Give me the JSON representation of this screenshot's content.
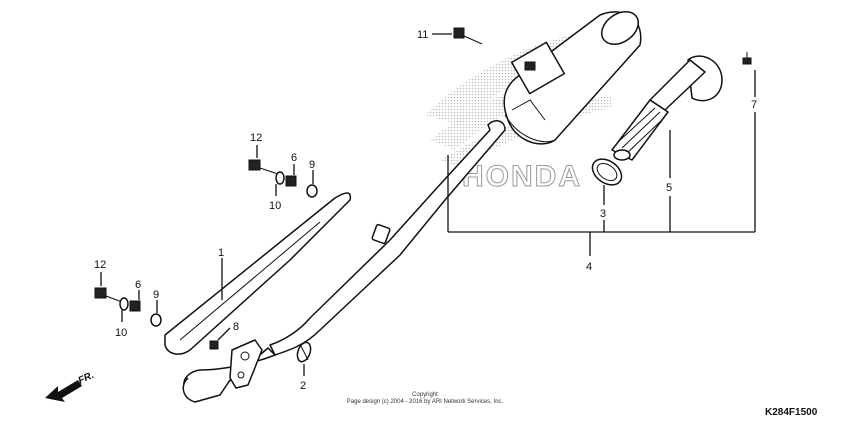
{
  "diagram": {
    "callouts": [
      {
        "id": "c11",
        "label": "11"
      },
      {
        "id": "c7",
        "label": "7"
      },
      {
        "id": "c5",
        "label": "5"
      },
      {
        "id": "c3",
        "label": "3"
      },
      {
        "id": "c4",
        "label": "4"
      },
      {
        "id": "c12a",
        "label": "12"
      },
      {
        "id": "c6a",
        "label": "6"
      },
      {
        "id": "c9a",
        "label": "9"
      },
      {
        "id": "c10a",
        "label": "10"
      },
      {
        "id": "c1",
        "label": "1"
      },
      {
        "id": "c12b",
        "label": "12"
      },
      {
        "id": "c6b",
        "label": "6"
      },
      {
        "id": "c9b",
        "label": "9"
      },
      {
        "id": "c10b",
        "label": "10"
      },
      {
        "id": "c8",
        "label": "8"
      },
      {
        "id": "c2",
        "label": "2"
      }
    ],
    "watermark_text": "HONDA",
    "copyright_line1": "Copyright",
    "copyright_line2": "Page design (c) 2004 - 2016 by ARI Network Services, Inc.",
    "direction_label": "FR.",
    "figure_code": "K284F1500"
  }
}
